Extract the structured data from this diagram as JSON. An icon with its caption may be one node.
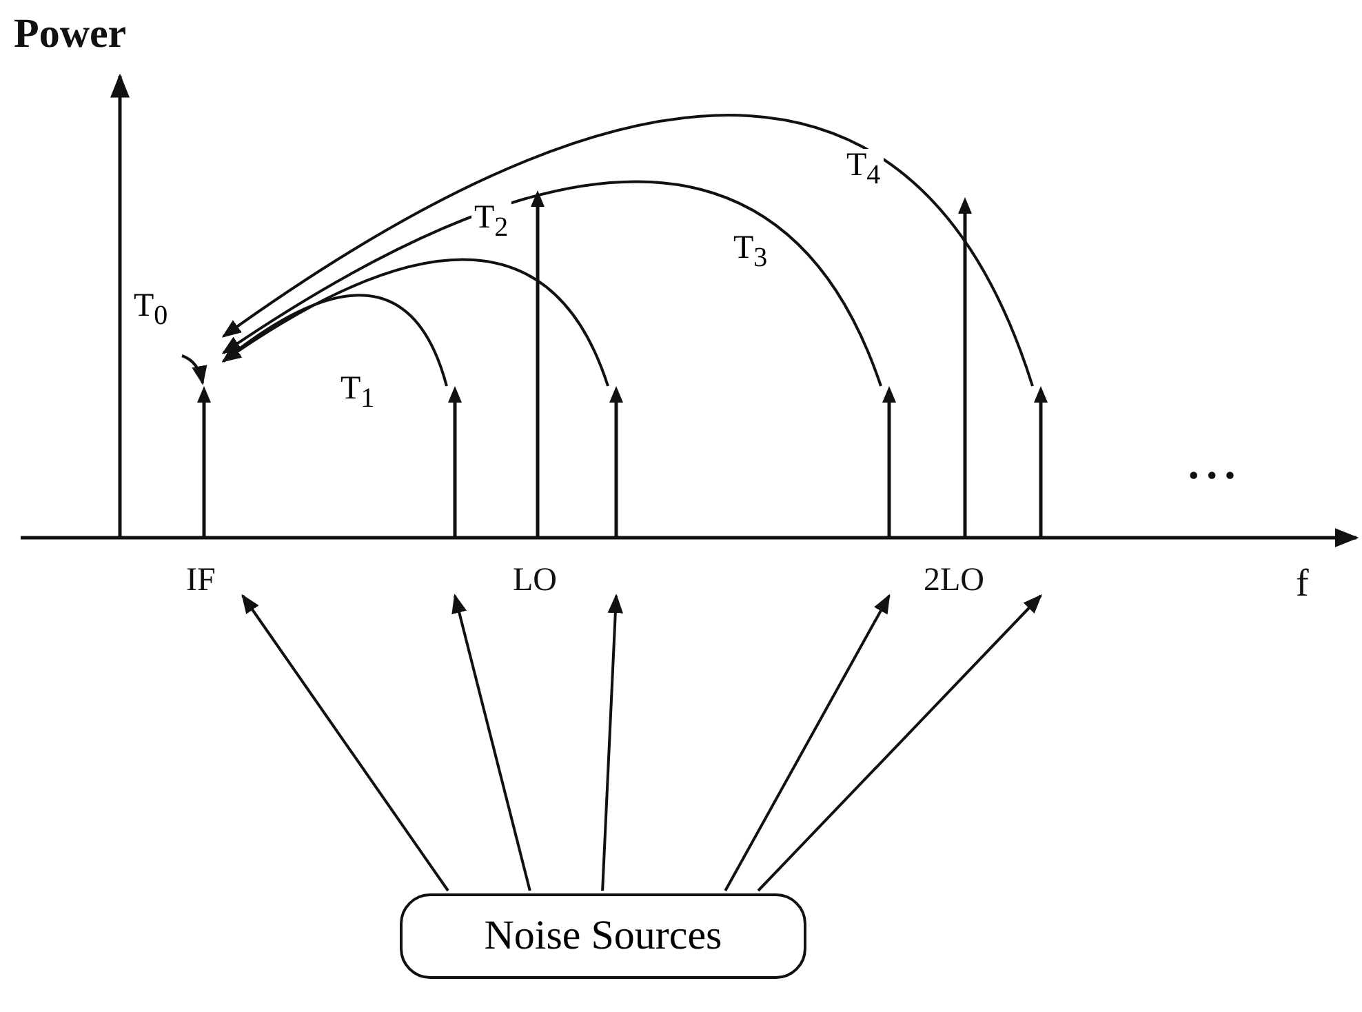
{
  "diagram": {
    "nodes": [
      {
        "text": [
          "Noise Sources"
        ]
      },
      {
        "text": [],
        "shape": "bar"
      },
      {
        "text": [],
        "shape": "bar"
      },
      {
        "text": [],
        "shape": "bar"
      },
      {
        "text": [],
        "shape": "bar"
      },
      {
        "text": [],
        "shape": "bar"
      },
      {
        "text": [],
        "shape": "bar"
      },
      {
        "text": [],
        "shape": "bar"
      }
    ],
    "edges": [
      {
        "from": null,
        "to": 1,
        "arrow": "to",
        "label": "T$_{0}$"
      },
      {
        "from": 2,
        "to": 1,
        "arrow": "to",
        "label": "T$_{1}$"
      },
      {
        "from": 4,
        "to": 1,
        "arrow": "to",
        "label": "T$_{2}$"
      },
      {
        "from": 5,
        "to": 1,
        "arrow": "to",
        "label": "T$_{3}$"
      },
      {
        "from": 7,
        "to": 1,
        "arrow": "to",
        "label": "T$_{4}$"
      },
      {
        "from": 0,
        "to": 1,
        "arrow": "to"
      },
      {
        "from": 0,
        "to": 2,
        "arrow": "to"
      },
      {
        "from": 0,
        "to": 4,
        "arrow": "to"
      },
      {
        "from": 0,
        "to": 5,
        "arrow": "to"
      },
      {
        "from": 0,
        "to": 7,
        "arrow": "to"
      }
    ],
    "labels": [
      "Power",
      "IF",
      "LO",
      "2LO",
      "f",
      "• • •"
    ]
  }
}
